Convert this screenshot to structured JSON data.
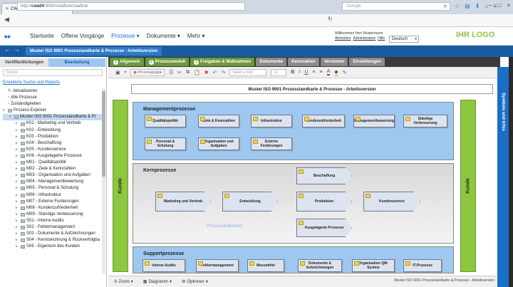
{
  "browser": {
    "tab_title": "CWA Flow",
    "url_prefix": "http://",
    "url_host": "cwa04",
    "url_rest": ":8080/cwaflow/cwaflow",
    "search_placeholder": "Google"
  },
  "header": {
    "nav": [
      {
        "label": "Startseite",
        "active": false
      },
      {
        "label": "Offene Vorgänge",
        "active": false
      },
      {
        "label": "Prozesse ▾",
        "active": true
      },
      {
        "label": "Dokumente ▾",
        "active": false
      },
      {
        "label": "Mehr ▾",
        "active": false
      }
    ],
    "welcome": "Willkommen Herr Mustermann",
    "links": [
      "Abmelden",
      "Administration",
      "Hilfe"
    ],
    "language": "Deutsch",
    "logo_text": "IHR LOGO"
  },
  "breadcrumb": "Muster ISO 9001 Prozesslandkarte & Prozesse - Arbeitsversion",
  "left": {
    "tab_published": "Veröffentlichungen",
    "tab_edit": "Bearbeitung",
    "search_placeholder": "Suche",
    "advanced_link": "Erweiterte Suche und Reports",
    "tree": [
      {
        "label": "Aktualisieren",
        "level": 0,
        "type": "refresh"
      },
      {
        "label": "Alle Prozesse",
        "level": 0,
        "type": "page"
      },
      {
        "label": "Zuständigkeiten",
        "level": 0,
        "type": "page"
      },
      {
        "label": "Prozess-Explorer",
        "level": 0,
        "type": "folder-open"
      },
      {
        "label": "Muster ISO 9001 Prozesslandkarte & Pr",
        "level": 1,
        "type": "folder-open",
        "selected": true
      },
      {
        "label": "K01 - Marketing und Vertrieb",
        "level": 2,
        "type": "folder"
      },
      {
        "label": "K02 - Entwicklung",
        "level": 2,
        "type": "folder"
      },
      {
        "label": "K03 - Produktion",
        "level": 2,
        "type": "folder"
      },
      {
        "label": "K04 - Beschaffung",
        "level": 2,
        "type": "folder"
      },
      {
        "label": "K05 - Kundenservice",
        "level": 2,
        "type": "folder"
      },
      {
        "label": "K06 - Ausgelagerte Prozesse",
        "level": 2,
        "type": "folder"
      },
      {
        "label": "M01 - Qualitätspolitik",
        "level": 2,
        "type": "folder"
      },
      {
        "label": "M02 - Ziele & Kennzahlen",
        "level": 2,
        "type": "folder"
      },
      {
        "label": "M03 - Organisation und Aufgaben",
        "level": 2,
        "type": "folder"
      },
      {
        "label": "M04 - Managementbewertung",
        "level": 2,
        "type": "folder"
      },
      {
        "label": "M05 - Personal & Schulung",
        "level": 2,
        "type": "folder"
      },
      {
        "label": "M06 - Infrastruktur",
        "level": 2,
        "type": "folder"
      },
      {
        "label": "M07 - Externe Forderungen",
        "level": 2,
        "type": "folder"
      },
      {
        "label": "M08 - Kundenzufriedenheit",
        "level": 2,
        "type": "folder"
      },
      {
        "label": "M09 - Ständige Verbesserung",
        "level": 2,
        "type": "folder"
      },
      {
        "label": "S01 - Interne Audits",
        "level": 2,
        "type": "folder"
      },
      {
        "label": "S02 - Fehlermanagement",
        "level": 2,
        "type": "folder"
      },
      {
        "label": "S03 - Dokumente & Aufzeichnungen",
        "level": 2,
        "type": "folder"
      },
      {
        "label": "S04 - Kennzeichnung & Rückverfolgba",
        "level": 2,
        "type": "folder"
      },
      {
        "label": "S05 - Eigentum des Kunden",
        "level": 2,
        "type": "folder"
      }
    ]
  },
  "editor_tabs": [
    {
      "num": "1",
      "label": "Allgemein",
      "alt": false
    },
    {
      "num": "2",
      "label": "Prozessmodell",
      "alt": false
    },
    {
      "num": "3",
      "label": "Freigaben & Maßnahmen",
      "alt": false
    },
    {
      "num": "",
      "label": "Dokumente",
      "alt": true
    },
    {
      "num": "",
      "label": "Kennzahlen",
      "alt": true
    },
    {
      "num": "",
      "label": "Versionen",
      "alt": true
    },
    {
      "num": "",
      "label": "Einstellungen",
      "alt": true
    }
  ],
  "toolbar": {
    "group_label": "Prozessgruppe",
    "font_select": "Select a font",
    "size_select": "12"
  },
  "diagram": {
    "title": "Muster ISO 9001 Prozesslandkarte & Prozesse - Arbeitsversion",
    "kunde": "Kunde",
    "management": {
      "title": "Managementprozesse",
      "row1": [
        "Qualitätspolitik",
        "Ziele & Kennzahlen",
        "Infrastruktur",
        "Kundenzufriedenheit",
        "Managementbewertung",
        "Ständige Verbesserung"
      ],
      "row2": [
        "Personal & Schulung",
        "Organisation und Aufgaben",
        "Externe Forderungen"
      ]
    },
    "kern": {
      "title": "Kernprozesse",
      "main": [
        "Marketing und Vertrieb",
        "Entwicklung",
        "Produktion",
        "Kundenservice"
      ],
      "beschaffung": "Beschaffung",
      "ausgelagert": "Ausgelagerte Prozesse",
      "watermark": "Prozesslandkarten"
    },
    "support": {
      "title": "Supportprozesse",
      "items": [
        "Interne Audits",
        "Fehlermanagement",
        "Messmittel",
        "Dokumente & Aufzeichnungen",
        "Organisation QM-System",
        "IT-Prozesse"
      ]
    }
  },
  "bottom": {
    "zoom": "Zoom",
    "diagramm": "Diagramm",
    "optionen": "Optionen",
    "status": "Muster ISO 9001 Prozesslandkarte & Prozesse - Arbeitsversion"
  },
  "right_panel": "Symbole und Infos",
  "colors": {
    "accent": "#1a6ec7",
    "green": "#8dc63f",
    "mgmt_bg": "#9ec8ef",
    "kern_bg": "#d8d8d8",
    "box": "#dde4f0"
  }
}
